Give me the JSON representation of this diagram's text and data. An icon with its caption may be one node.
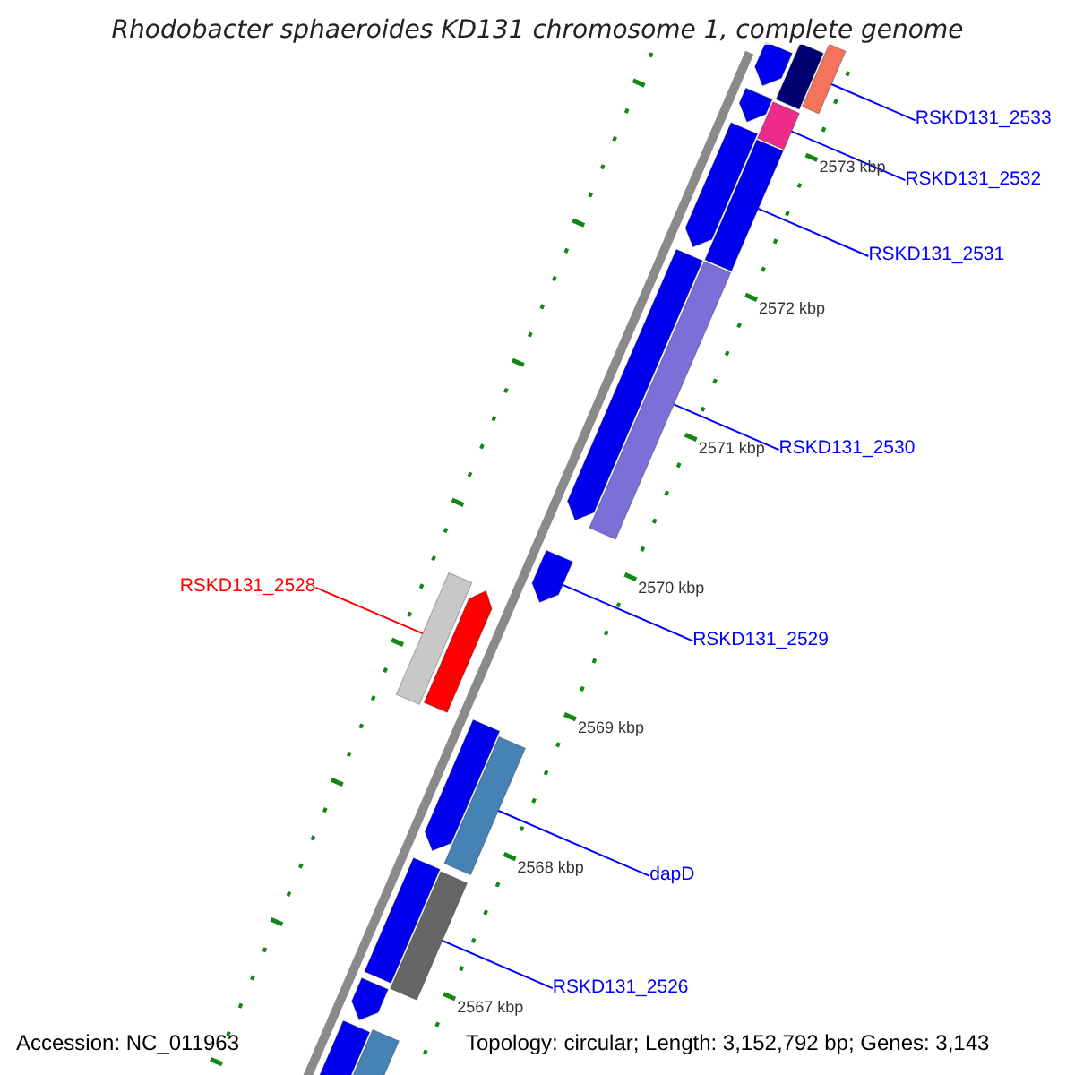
{
  "diagram": {
    "title": "Rhodobacter sphaeroides KD131 chromosome 1, complete genome",
    "nodes": [
      {
        "text": [
          "RSKD131_2533"
        ]
      },
      {
        "text": [],
        "shape": "bar"
      },
      {
        "text": [],
        "shape": "bar"
      },
      {
        "text": [],
        "shape": "bar"
      },
      {
        "text": [],
        "shape": "bar"
      },
      {
        "text": [
          "RSKD131_2532"
        ]
      },
      {
        "text": [],
        "shape": "bar"
      },
      {
        "text": [
          "RSKD131_2531"
        ]
      },
      {
        "text": [],
        "shape": "bar"
      },
      {
        "text": [],
        "shape": "bar"
      },
      {
        "text": [
          "RSKD131_2530"
        ]
      },
      {
        "text": [],
        "shape": "bar"
      },
      {
        "text": [],
        "shape": "bar"
      },
      {
        "text": [
          "RSKD131_2528"
        ]
      },
      {
        "text": [],
        "shape": "bar"
      },
      {
        "text": [],
        "shape": "bar"
      },
      {
        "text": [
          "RSKD131_2529"
        ]
      },
      {
        "text": [],
        "shape": "bar"
      },
      {
        "text": [
          "dapD"
        ]
      },
      {
        "text": [],
        "shape": "bar"
      },
      {
        "text": [],
        "shape": "bar"
      },
      {
        "text": [
          "RSKD131_2526"
        ]
      },
      {
        "text": [],
        "shape": "bar"
      },
      {
        "text": [],
        "shape": "bar"
      },
      {
        "text": [],
        "shape": "bar"
      },
      {
        "text": [],
        "shape": "bar"
      },
      {
        "text": [],
        "shape": "bar"
      }
    ],
    "edges": [
      {
        "from": 0,
        "to": 1,
        "arrow": "none"
      },
      {
        "from": 5,
        "to": 6,
        "arrow": "none"
      },
      {
        "from": 7,
        "to": 9,
        "arrow": "none"
      },
      {
        "from": 10,
        "to": 12,
        "arrow": "none"
      },
      {
        "from": 13,
        "to": 14,
        "arrow": "none",
        "color": "#ff0000"
      },
      {
        "from": 16,
        "to": 17,
        "arrow": "none"
      },
      {
        "from": 18,
        "to": 20,
        "arrow": "none"
      },
      {
        "from": 21,
        "to": 23,
        "arrow": "none"
      }
    ],
    "labels": [
      "2573 kbp",
      "2572 kbp",
      "2571 kbp",
      "2570 kbp",
      "2569 kbp",
      "2568 kbp",
      "2567 kbp",
      "Accession: NC_011963",
      "Topology: circular; Length: 3,152,792 bp; Genes: 3,143"
    ]
  }
}
